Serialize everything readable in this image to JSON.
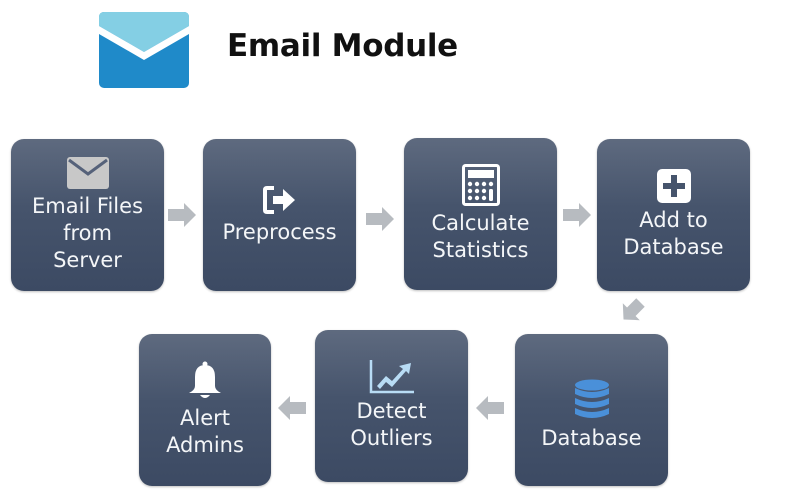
{
  "header": {
    "title": "Email Module",
    "logo_icon": "envelope-icon",
    "colors": {
      "logo_back": "#1f8ac9",
      "logo_flap": "#84cfe4"
    }
  },
  "flow": {
    "box_color_top": "#5e6a7f",
    "box_color_bottom": "#3c4a63",
    "arrow_color": "#b7bbc0",
    "steps": [
      {
        "id": "email-files",
        "label": "Email Files\nfrom\nServer",
        "icon": "envelope-icon",
        "icon_color": "#c8c8c8"
      },
      {
        "id": "preprocess",
        "label": "Preprocess",
        "icon": "sign-out-icon",
        "icon_color": "#ffffff"
      },
      {
        "id": "calculate-statistics",
        "label": "Calculate\nStatistics",
        "icon": "calculator-icon",
        "icon_color": "#ffffff"
      },
      {
        "id": "add-to-database",
        "label": "Add to\nDatabase",
        "icon": "plus-square-icon",
        "icon_color": "#ffffff"
      },
      {
        "id": "database",
        "label": "Database",
        "icon": "database-icon",
        "icon_color": "#4a90d9"
      },
      {
        "id": "detect-outliers",
        "label": "Detect\nOutliers",
        "icon": "line-chart-icon",
        "icon_color": "#b8dcf5"
      },
      {
        "id": "alert-admins",
        "label": "Alert\nAdmins",
        "icon": "bell-icon",
        "icon_color": "#ffffff"
      }
    ],
    "connections": [
      {
        "from": "email-files",
        "to": "preprocess",
        "direction": "right"
      },
      {
        "from": "preprocess",
        "to": "calculate-statistics",
        "direction": "right"
      },
      {
        "from": "calculate-statistics",
        "to": "add-to-database",
        "direction": "right"
      },
      {
        "from": "add-to-database",
        "to": "database",
        "direction": "down-left"
      },
      {
        "from": "database",
        "to": "detect-outliers",
        "direction": "left"
      },
      {
        "from": "detect-outliers",
        "to": "alert-admins",
        "direction": "left"
      }
    ]
  }
}
